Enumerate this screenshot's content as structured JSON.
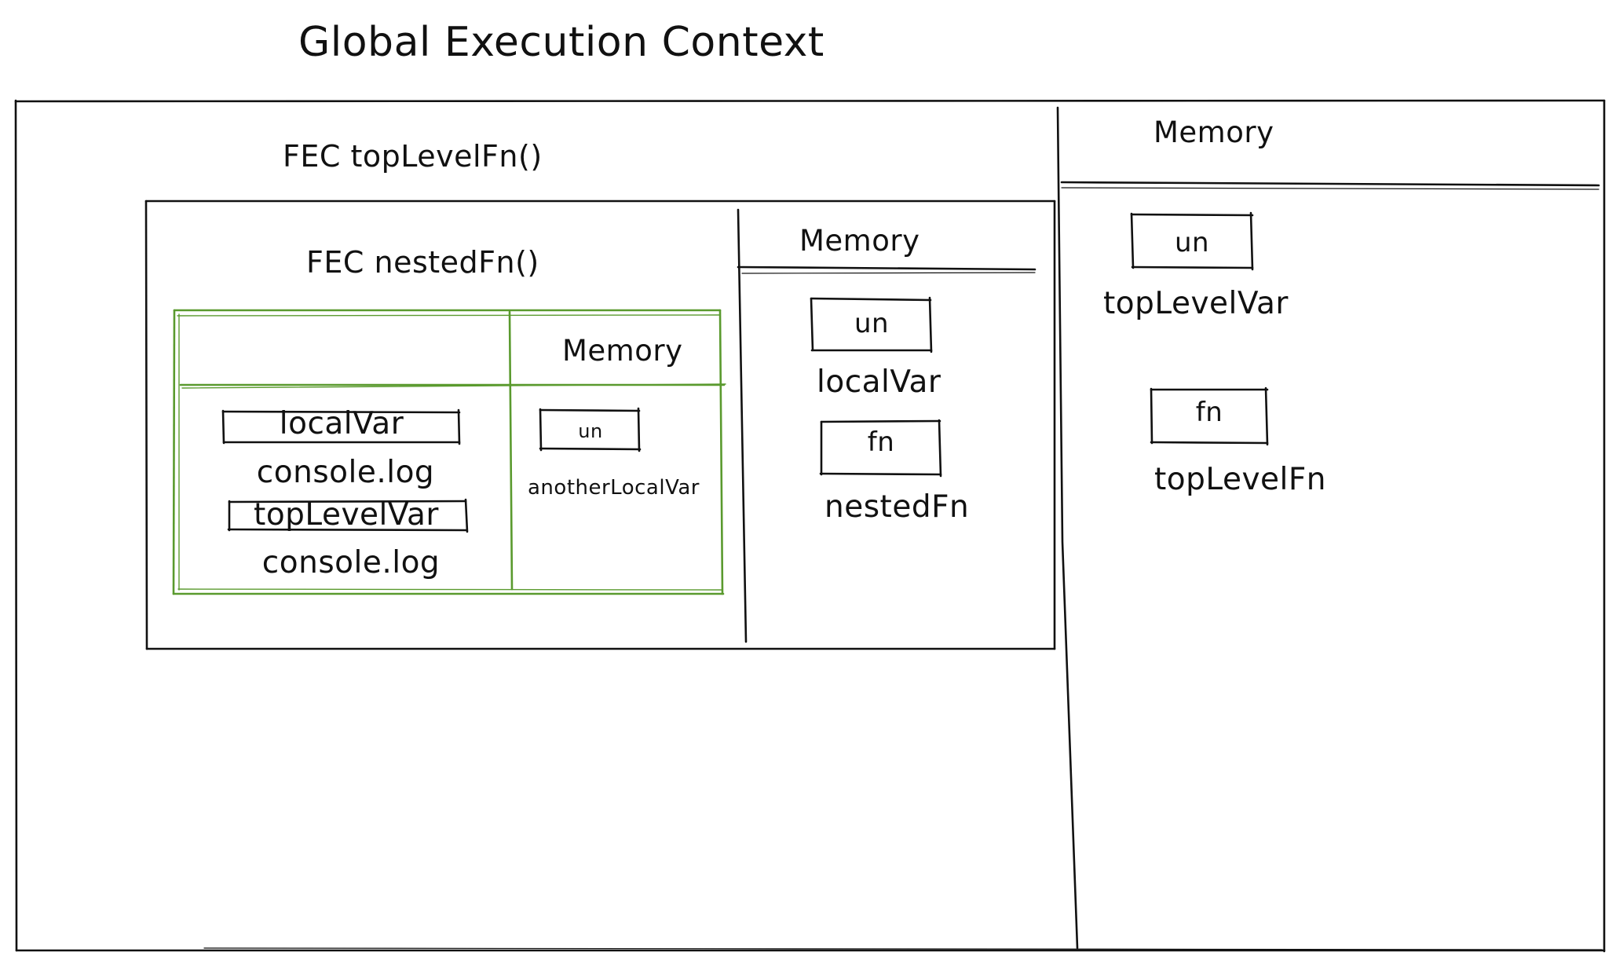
{
  "title": "Global Execution Context",
  "global": {
    "fec_label": "FEC topLevelFn()",
    "memory": {
      "header": "Memory",
      "slots": [
        {
          "value": "un",
          "name": "topLevelVar"
        },
        {
          "value": "fn",
          "name": "topLevelFn"
        }
      ]
    }
  },
  "top_level_fn": {
    "fec_label": "FEC nestedFn()",
    "memory": {
      "header": "Memory",
      "slots": [
        {
          "value": "un",
          "name": "localVar"
        },
        {
          "value": "fn",
          "name": "nestedFn"
        }
      ]
    }
  },
  "nested_fn": {
    "code": [
      "localVar",
      "console.log",
      "topLevelVar",
      "console.log"
    ],
    "memory": {
      "header": "Memory",
      "slots": [
        {
          "value": "un",
          "name": "anotherLocalVar"
        }
      ]
    }
  },
  "colors": {
    "stroke": "#111111",
    "nested_frame": "#5a9a2e",
    "background": "#ffffff"
  }
}
